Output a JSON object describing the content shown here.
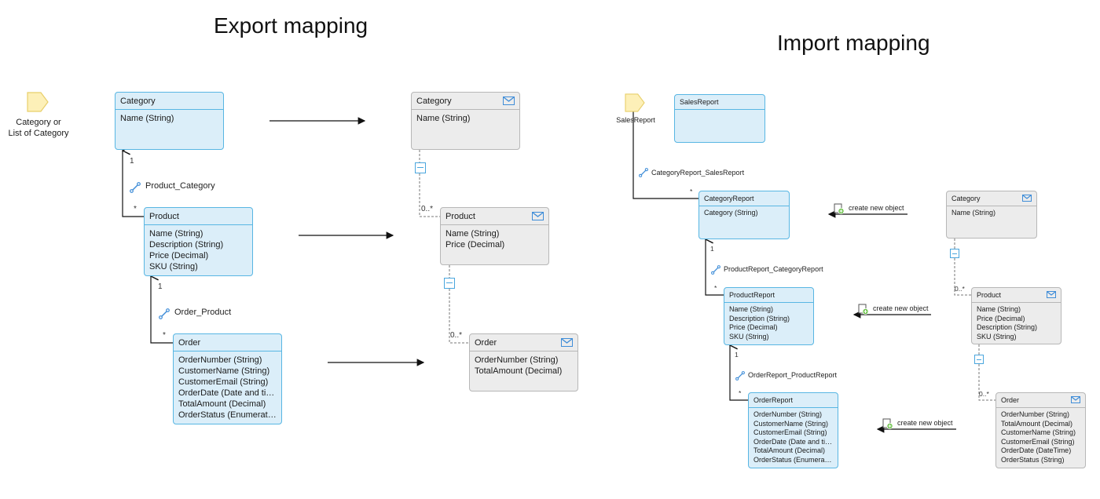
{
  "export": {
    "title": "Export mapping",
    "param_caption_line1": "Category or",
    "param_caption_line2": "List of Category",
    "domain": {
      "category": {
        "name": "Category",
        "attrs": [
          "Name (String)"
        ]
      },
      "product": {
        "name": "Product",
        "attrs": [
          "Name (String)",
          "Description (String)",
          "Price (Decimal)",
          "SKU (String)"
        ]
      },
      "order": {
        "name": "Order",
        "attrs": [
          "OrderNumber (String)",
          "CustomerName (String)",
          "CustomerEmail (String)",
          "OrderDate (Date and tim…",
          "TotalAmount (Decimal)",
          "OrderStatus  (Enumeratio…"
        ]
      },
      "assoc1": {
        "label": "Product_Category",
        "mult_top": "1",
        "mult_bottom": "*"
      },
      "assoc2": {
        "label": "Order_Product",
        "mult_top": "1",
        "mult_bottom": "*"
      }
    },
    "message": {
      "category": {
        "name": "Category",
        "attrs": [
          "Name (String)"
        ]
      },
      "product": {
        "name": "Product",
        "attrs": [
          "Name (String)",
          "Price (Decimal)"
        ],
        "mult": "0..*"
      },
      "order": {
        "name": "Order",
        "attrs": [
          "OrderNumber (String)",
          "TotalAmount (Decimal)"
        ],
        "mult": "0..*"
      }
    }
  },
  "import": {
    "title": "Import mapping",
    "param_caption": "SalesReport",
    "domain": {
      "salesreport": {
        "name": "SalesReport",
        "attrs": []
      },
      "categoryreport": {
        "name": "CategoryReport",
        "attrs": [
          "Category (String)"
        ]
      },
      "productreport": {
        "name": "ProductReport",
        "attrs": [
          "Name (String)",
          "Description (String)",
          "Price (Decimal)",
          "SKU (String)"
        ]
      },
      "orderreport": {
        "name": "OrderReport",
        "attrs": [
          "OrderNumber (String)",
          "CustomerName (String)",
          "CustomerEmail (String)",
          "OrderDate (Date and tim…",
          "TotalAmount (Decimal)",
          "OrderStatus  (Enumeratio…"
        ]
      },
      "assoc1": {
        "label": "CategoryReport_SalesReport",
        "mult": "*"
      },
      "assoc2": {
        "label": "ProductReport_CategoryReport",
        "mult_top": "1",
        "mult_bottom": "*"
      },
      "assoc3": {
        "label": "OrderReport_ProductReport",
        "mult_top": "1",
        "mult_bottom": "*"
      }
    },
    "message": {
      "category": {
        "name": "Category",
        "attrs": [
          "Name (String)"
        ]
      },
      "product": {
        "name": "Product",
        "attrs": [
          "Name (String)",
          "Price (Decimal)",
          "Description (String)",
          "SKU (String)"
        ],
        "mult": "0..*"
      },
      "order": {
        "name": "Order",
        "attrs": [
          "OrderNumber (String)",
          "TotalAmount (Decimal)",
          "CustomerName (String)",
          "CustomerEmail (String)",
          "OrderDate (DateTime)",
          "OrderStatus (String)"
        ],
        "mult": "0..*"
      }
    },
    "create_label": "create new object"
  },
  "colors": {
    "domain_fill": "#dbeef9",
    "domain_border": "#58b6e3",
    "message_fill": "#ececec",
    "message_border": "#b7b7b7",
    "param_fill": "#fdf0b8",
    "param_border": "#e8cf6a"
  }
}
